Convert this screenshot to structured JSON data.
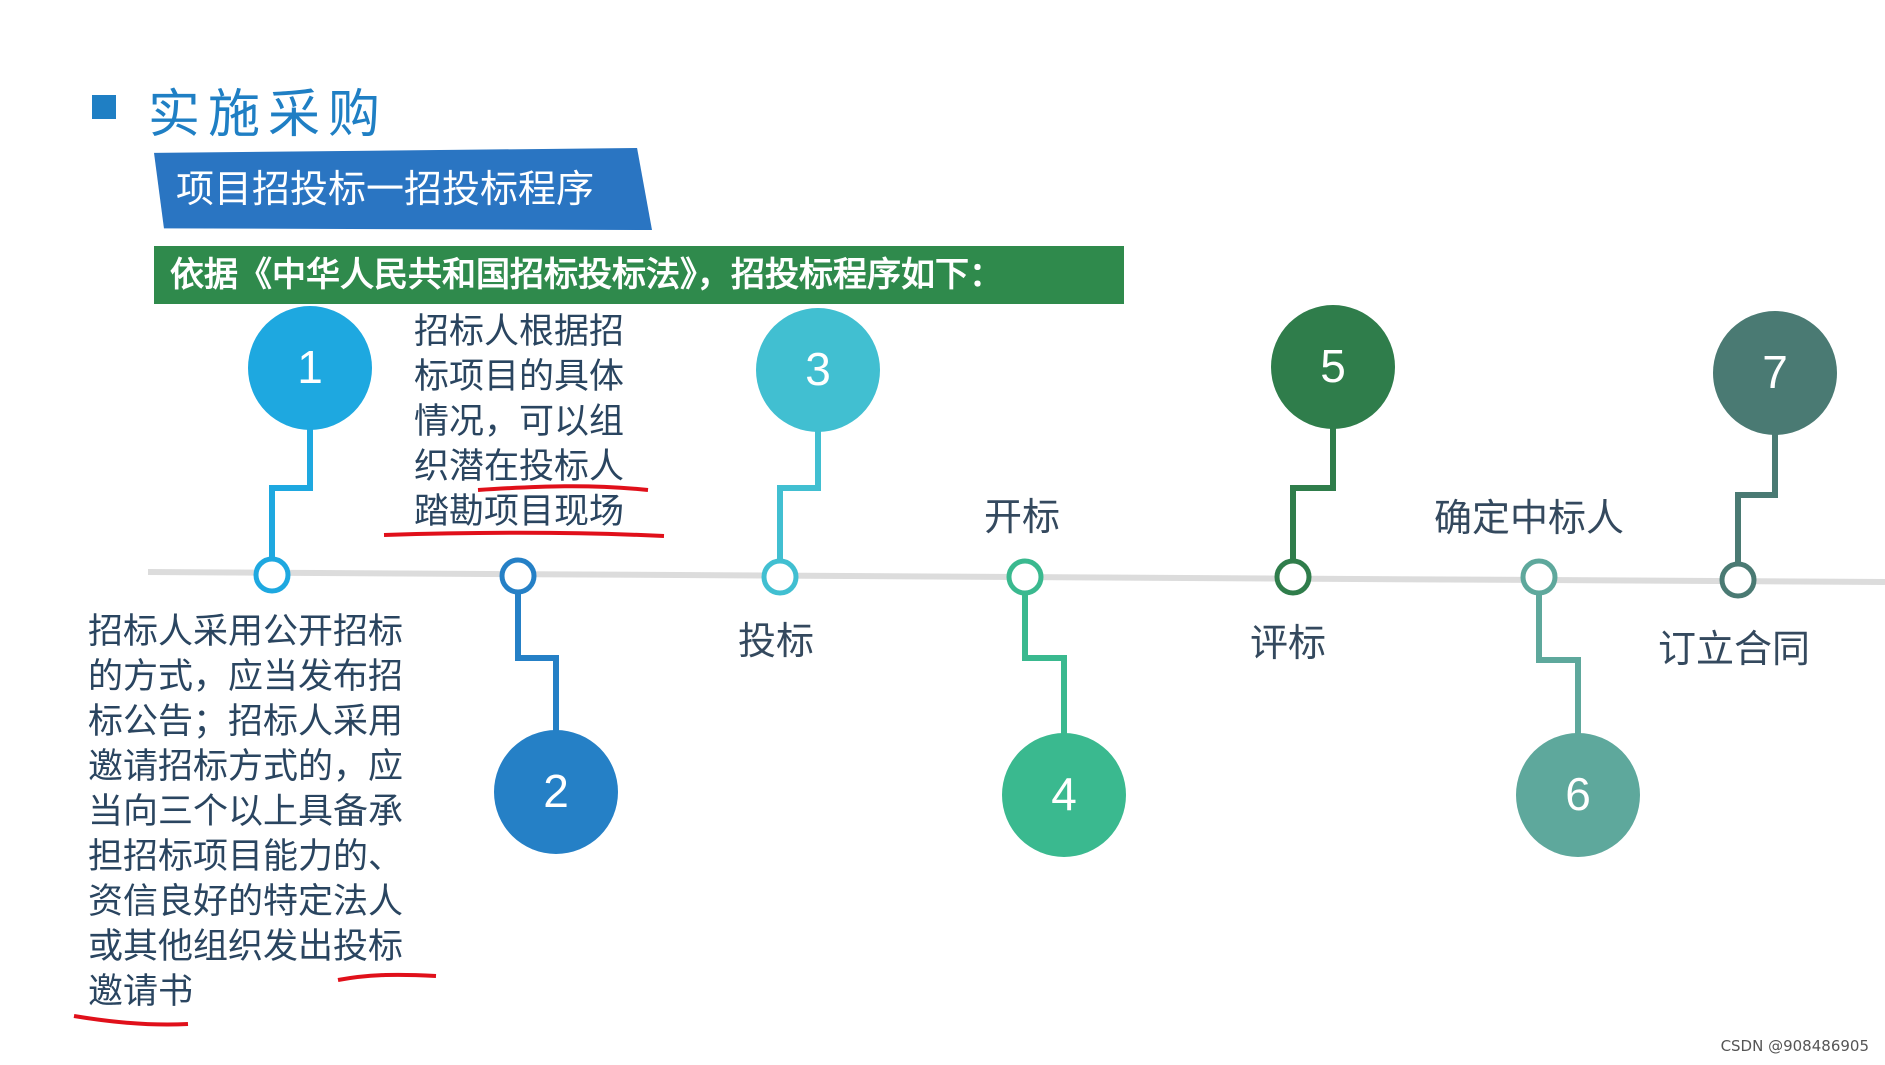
{
  "title": "实施采购",
  "subtitle": "项目招投标一招投标程序",
  "basis": "依据《中华人民共和国招标投标法》，招投标程序如下：",
  "steps": [
    {
      "number": "1",
      "color": "#1ea8e0"
    },
    {
      "number": "2",
      "color": "#2580c6"
    },
    {
      "number": "3",
      "color": "#41bfd1"
    },
    {
      "number": "4",
      "color": "#3ab98f"
    },
    {
      "number": "5",
      "color": "#2f7d4b"
    },
    {
      "number": "6",
      "color": "#5ea89c"
    },
    {
      "number": "7",
      "color": "#4a7a73"
    }
  ],
  "labels": {
    "step3": "投标",
    "step4": "开标",
    "step5": "评标",
    "step6": "确定中标人",
    "step7": "订立合同"
  },
  "notes": {
    "step1": [
      "招标人采用公开招标",
      "的方式，应当发布招",
      "标公告；招标人采用",
      "邀请招标方式的，应",
      "当向三个以上具备承",
      "担招标项目能力的、",
      "资信良好的特定法人",
      "或其他组织发出投标",
      "邀请书"
    ],
    "step2": [
      "招标人根据招",
      "标项目的具体",
      "情况，可以组",
      "织潜在投标人",
      "踏勘项目现场"
    ]
  },
  "watermark": "CSDN @908486905",
  "colors": {
    "title": "#1f7fc4",
    "banner": "#2a75c2",
    "basis": "#2f8a4c",
    "timeline": "#dcdcdc",
    "annotation": "#e0101a"
  }
}
